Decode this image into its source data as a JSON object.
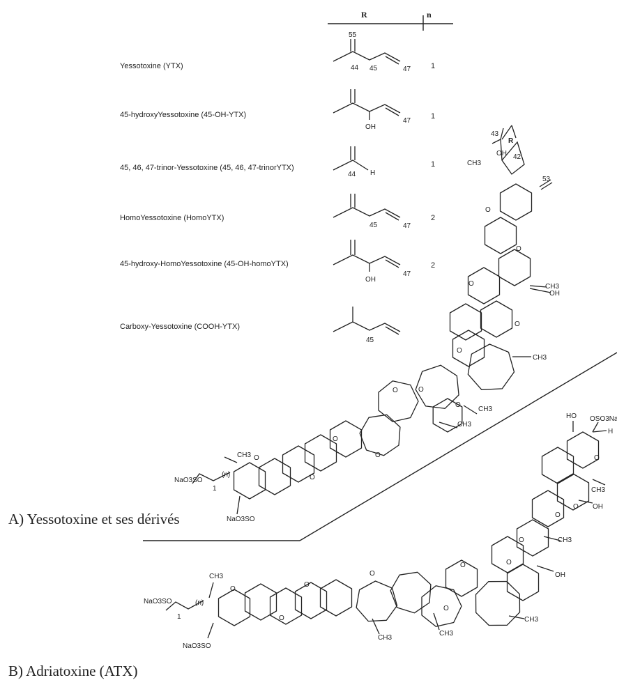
{
  "table": {
    "header_r": "R",
    "header_n": "n",
    "rows": [
      {
        "name": "Yessotoxine (YTX)",
        "n": "1",
        "labels": [
          "55",
          "44",
          "45",
          "47"
        ]
      },
      {
        "name": "45-hydroxyYessotoxine (45-OH-YTX)",
        "n": "1",
        "labels": [
          "OH",
          "47"
        ]
      },
      {
        "name": "45, 46, 47-trinor-Yessotoxine (45, 46, 47-trinorYTX)",
        "n": "1",
        "labels": [
          "44",
          "H"
        ]
      },
      {
        "name": "HomoYessotoxine (HomoYTX)",
        "n": "2",
        "labels": [
          "45",
          "47"
        ]
      },
      {
        "name": "45-hydroxy-HomoYessotoxine (45-OH-homoYTX)",
        "n": "2",
        "labels": [
          "OH",
          "47"
        ]
      },
      {
        "name": "Carboxy-Yessotoxine (COOH-YTX)",
        "n": "",
        "labels": [
          "45"
        ]
      }
    ]
  },
  "structure_a": {
    "labels": [
      "43",
      "R",
      "OH",
      "42",
      "CH3",
      "53",
      "CH3",
      "OH",
      "CH3",
      "CH3",
      "CH3",
      "CH3",
      "NaO3SO",
      "(n)",
      "1",
      "NaO3SO"
    ],
    "oxygens": "O"
  },
  "structure_b": {
    "labels": [
      "HO",
      "OSO3Na",
      "H",
      "CH3",
      "OH",
      "CH3",
      "OH",
      "CH3",
      "CH3",
      "CH3",
      "CH3",
      "NaO3SO",
      "(n)",
      "1",
      "NaO3SO"
    ],
    "oxygens": "O"
  },
  "captions": {
    "a": "A) Yessotoxine et ses dérivés",
    "b": "B) Adriatoxine (ATX)"
  }
}
